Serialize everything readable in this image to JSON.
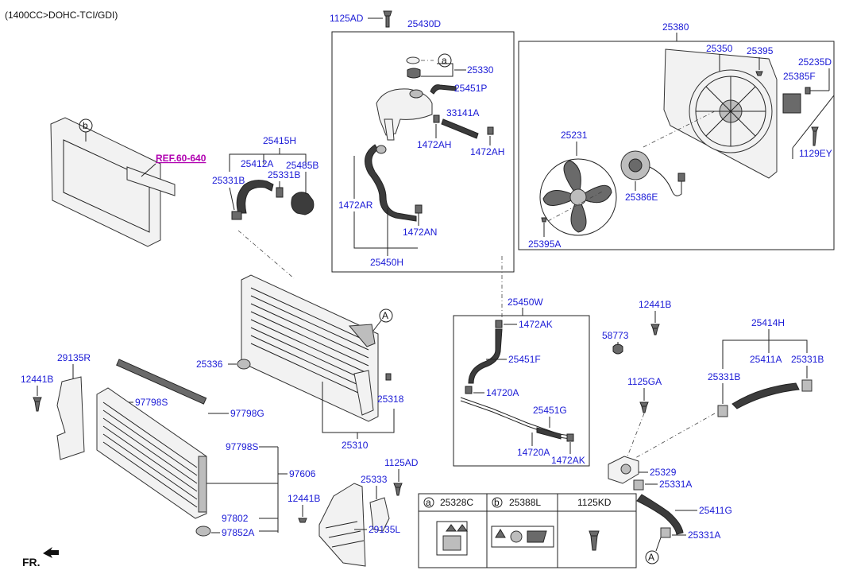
{
  "header": {
    "title": "(1400CC>DOHC-TCI/GDI)"
  },
  "footer": {
    "front_label": "FR."
  },
  "ref_label": "REF.60-640",
  "colors": {
    "part_label": "#1a1ad6",
    "ref_label": "#b000b0",
    "line": "#222222"
  },
  "callout_letters": {
    "a": "a",
    "b": "b",
    "A": "A"
  },
  "labels": {
    "p1125AD_top": "1125AD",
    "p25430D": "25430D",
    "p25330": "25330",
    "p25451P": "25451P",
    "p33141A": "33141A",
    "p1472AH_1": "1472AH",
    "p1472AH_2": "1472AH",
    "p1472AR": "1472AR",
    "p1472AN": "1472AN",
    "p25450H": "25450H",
    "p25380": "25380",
    "p25350": "25350",
    "p25395": "25395",
    "p25235D": "25235D",
    "p25385F": "25385F",
    "p1129EY": "1129EY",
    "p25231": "25231",
    "p25386E": "25386E",
    "p25395A": "25395A",
    "p25415H": "25415H",
    "p25412A": "25412A",
    "p25485B": "25485B",
    "p25331B_1": "25331B",
    "p25331B_2": "25331B",
    "p25450W": "25450W",
    "p1472AK_1": "1472AK",
    "p25451F": "25451F",
    "p14720A_1": "14720A",
    "p25451G": "25451G",
    "p14720A_2": "14720A",
    "p1472AK_2": "1472AK",
    "p12441B_top": "12441B",
    "p58773": "58773",
    "p1125GA": "1125GA",
    "p25414H": "25414H",
    "p25411A": "25411A",
    "p25331B_3": "25331B",
    "p25331B_4": "25331B",
    "p25329": "25329",
    "p25331A_1": "25331A",
    "p25411G": "25411G",
    "p25331A_2": "25331A",
    "p25336": "25336",
    "p25318": "25318",
    "p25310": "25310",
    "p29135R": "29135R",
    "p12441B_left": "12441B",
    "p97798S_1": "97798S",
    "p97798G": "97798G",
    "p97798S_2": "97798S",
    "p97606": "97606",
    "p97802": "97802",
    "p97852A": "97852A",
    "p1125AD_bottom": "1125AD",
    "p25333": "25333",
    "p12441B_bottom": "12441B",
    "p29135L": "29135L"
  },
  "legend": {
    "cells": [
      {
        "letter": "a",
        "part": "25328C"
      },
      {
        "letter": "b",
        "part": "25388L"
      },
      {
        "letter": "",
        "part": "1125KD"
      }
    ]
  }
}
